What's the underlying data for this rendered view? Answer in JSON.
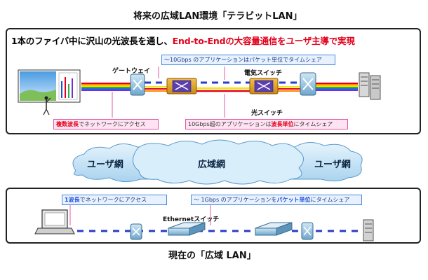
{
  "titles": {
    "future": "将来の広域LAN環境「テラビットLAN」",
    "current": "現在の「広域 LAN」"
  },
  "future_panel": {
    "headline_part1": "1本のファイバ中に沢山の光波長を通し、",
    "headline_part2": "End-to-Endの大容量通信をユーザ主導で実現",
    "gateway_label": "ゲートウェイ",
    "electrical_switch_label": "電気スイッチ",
    "optical_switch_label": "光スイッチ",
    "box_packet_prefix": "～10Gbps のアプリケーションはパケット単位でタイムシェア",
    "box_wavelength_emph": "複数波長",
    "box_wavelength_rest": "でネットワークにアクセス",
    "box_10g_prefix": "10Gbps超のアプリケーションは",
    "box_10g_emph": "波長単位",
    "box_10g_rest": "にタイムシェア"
  },
  "clouds": {
    "user_left": "ユーザ網",
    "wide_area": "広域網",
    "user_right": "ユーザ網"
  },
  "current_panel": {
    "box_single_emph": "1波長",
    "box_single_rest": "でネットワークにアクセス",
    "box_1g_prefix": "～ 1Gbps のアプリケーションを",
    "box_1g_emph": "パケット単位",
    "box_1g_rest": "にタイムシェア",
    "ethernet_switch_label": "Ethernetスイッチ"
  },
  "colors": {
    "red": "#e3001b",
    "blue": "#1d4fd6",
    "pink": "#e25aa8",
    "light_blue": "#4a8bd8",
    "dash_blue": "#2a3cc8",
    "cloud_fill": "#bfe0f5"
  }
}
